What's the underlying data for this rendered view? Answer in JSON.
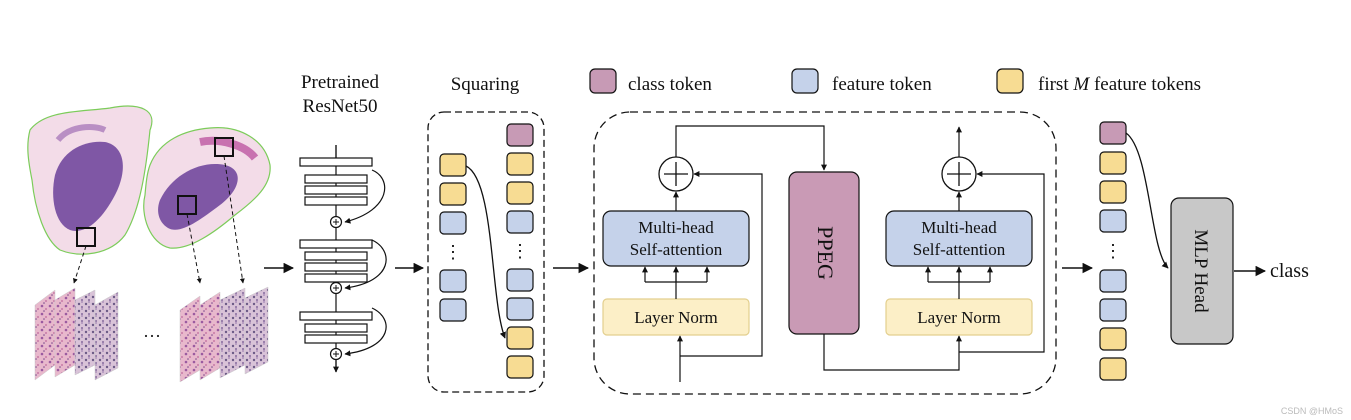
{
  "labels": {
    "pretrained_line1": "Pretrained",
    "pretrained_line2": "ResNet50",
    "squaring": "Squaring",
    "ellipsis": "···",
    "dots_vertical": "⋮"
  },
  "legend": {
    "class_token": "class token",
    "feature_token": "feature token",
    "first_m_prefix": "first ",
    "first_m_var": "M",
    "first_m_suffix": " feature tokens"
  },
  "blocks": {
    "mhsa_line1": "Multi-head",
    "mhsa_line2": "Self-attention",
    "layer_norm": "Layer Norm",
    "ppeg": "PPEG",
    "mlp_head": "MLP Head",
    "output": "class"
  },
  "watermark": "CSDN @HMoS",
  "colors": {
    "class_token": "#c79ab5",
    "feature_token": "#c5d2ea",
    "first_m_token": "#f7dc93",
    "ppeg": "#c99ab5",
    "mlp_head": "#c8c8c8",
    "mhsa": "#c5d2ea",
    "layer_norm": "#fcefc7"
  }
}
